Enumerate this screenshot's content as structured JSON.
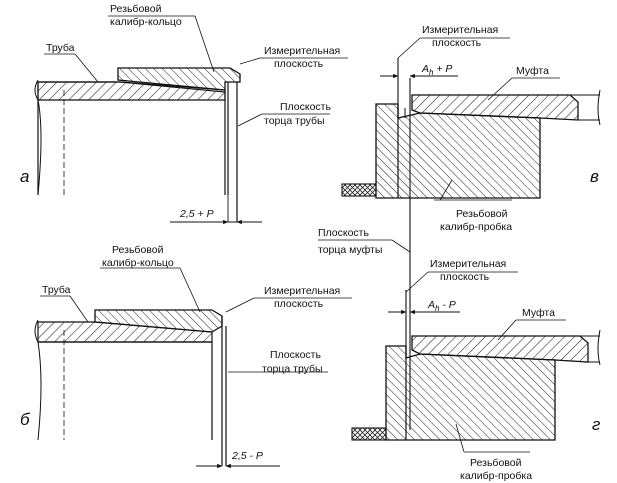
{
  "panels": {
    "a": {
      "letter": "а",
      "gauge_line1": "Резьбовой",
      "gauge_line2": "калибр-кольцо",
      "pipe": "Труба",
      "meas_line1": "Измерительная",
      "meas_line2": "плоскость",
      "end_line1": "Плоскость",
      "end_line2": "торца трубы",
      "dim": "2,5 + P"
    },
    "b": {
      "letter": "б",
      "gauge_line1": "Резьбовой",
      "gauge_line2": "калибр-кольцо",
      "pipe": "Труба",
      "meas_line1": "Измерительная",
      "meas_line2": "плоскость",
      "end_line1": "Плоскость",
      "end_line2": "торца трубы",
      "dim": "2,5 - P"
    },
    "v": {
      "letter": "в",
      "meas_line1": "Измерительная",
      "meas_line2": "плоскость",
      "dim_a": "A",
      "dim_sub": "h",
      "dim_rest": " + P",
      "coupling": "Муфта",
      "gauge_line1": "Резьбовой",
      "gauge_line2": "калибр-пробка"
    },
    "g": {
      "letter": "г",
      "meas_line1": "Измерительная",
      "meas_line2": "плоскость",
      "dim_a": "A",
      "dim_sub": "h",
      "dim_rest": " - P",
      "coupling": "Муфта",
      "gauge_line1": "Резьбовой",
      "gauge_line2": "калибр-пробка"
    },
    "shared": {
      "coupling_end_line1": "Плоскость",
      "coupling_end_line2": "торца муфты"
    }
  }
}
